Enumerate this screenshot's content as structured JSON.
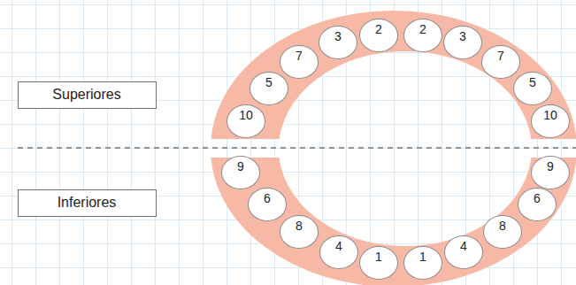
{
  "diagram": {
    "nodes": [
      {
        "text": [
          "Superiores"
        ]
      },
      {
        "text": [
          "10"
        ]
      },
      {
        "text": [
          "5"
        ]
      },
      {
        "text": [
          "7"
        ]
      },
      {
        "text": [
          "3"
        ]
      },
      {
        "text": [
          "2"
        ]
      },
      {
        "text": [
          "2"
        ]
      },
      {
        "text": [
          "3"
        ]
      },
      {
        "text": [
          "7"
        ]
      },
      {
        "text": [
          "5"
        ]
      },
      {
        "text": [
          "10"
        ]
      },
      {
        "text": [
          "Inferiores"
        ]
      },
      {
        "text": [
          "9"
        ]
      },
      {
        "text": [
          "6"
        ]
      },
      {
        "text": [
          "8"
        ]
      },
      {
        "text": [
          "4"
        ]
      },
      {
        "text": [
          "1"
        ]
      },
      {
        "text": [
          "1"
        ]
      },
      {
        "text": [
          "4"
        ]
      },
      {
        "text": [
          "8"
        ]
      },
      {
        "text": [
          "6"
        ]
      },
      {
        "text": [
          "9"
        ]
      }
    ]
  }
}
